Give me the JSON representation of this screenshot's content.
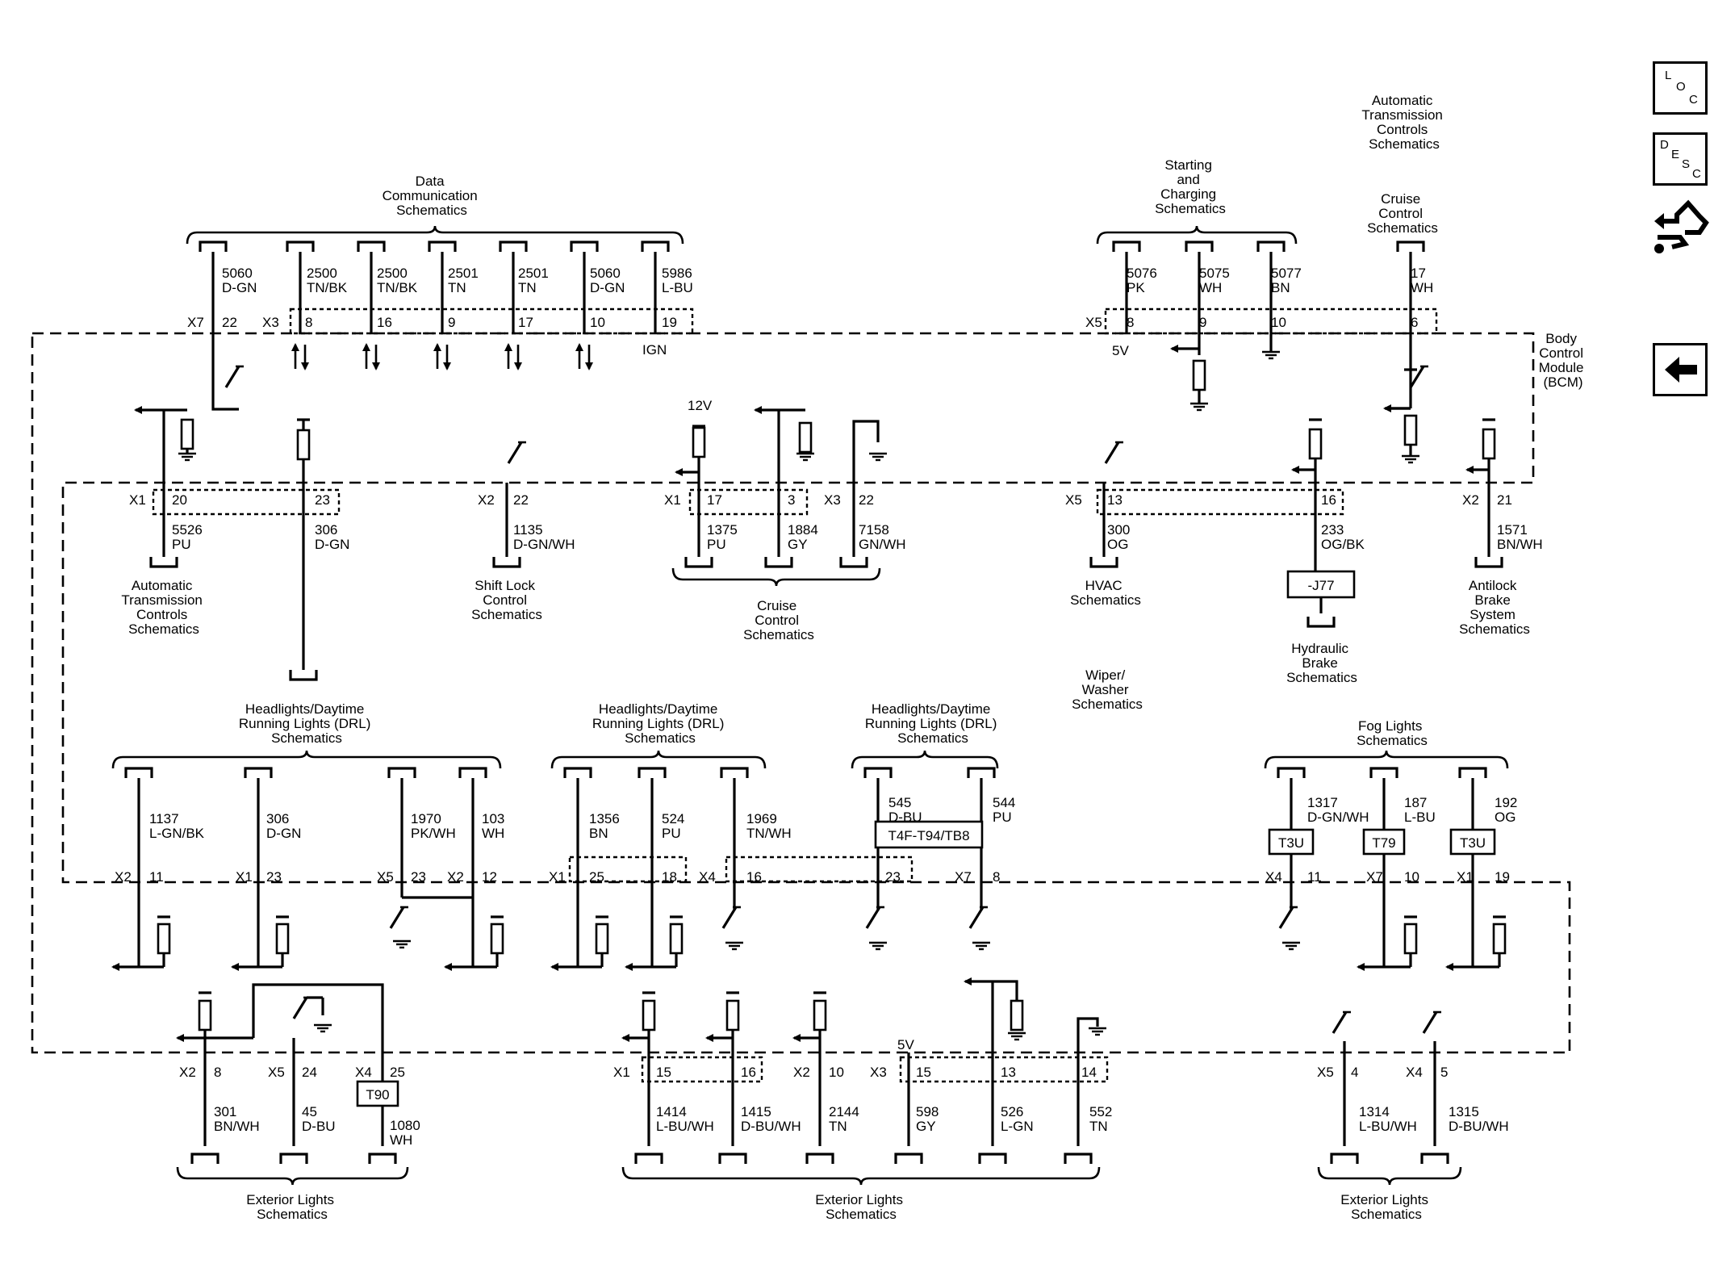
{
  "nav": {
    "loc": [
      "L",
      "O",
      "C"
    ],
    "desc": [
      "D",
      "E",
      "S",
      "C"
    ]
  },
  "bcm_label": [
    "Body",
    "Control",
    "Module",
    "(BCM)"
  ],
  "texts": {
    "dc_title": [
      "Data",
      "Communication",
      "Schematics"
    ],
    "sc_title": [
      "Starting",
      "and",
      "Charging",
      "Schematics"
    ],
    "atc_top": [
      "Automatic",
      "Transmission",
      "Controls",
      "Schematics"
    ],
    "cruise_top": [
      "Cruise",
      "Control",
      "Schematics"
    ],
    "atc_mid": [
      "Automatic",
      "Transmission",
      "Controls",
      "Schematics"
    ],
    "shift": [
      "Shift Lock",
      "Control",
      "Schematics"
    ],
    "cruise_mid": [
      "Cruise",
      "Control",
      "Schematics"
    ],
    "hvac": [
      "HVAC",
      "Schematics"
    ],
    "hyd": [
      "Hydraulic",
      "Brake",
      "Schematics"
    ],
    "abs": [
      "Antilock",
      "Brake",
      "System",
      "Schematics"
    ],
    "wiper": [
      "Wiper/",
      "Washer",
      "Schematics"
    ],
    "hl1": [
      "Headlights/Daytime",
      "Running Lights (DRL)",
      "Schematics"
    ],
    "hl2": [
      "Headlights/Daytime",
      "Running Lights (DRL)",
      "Schematics"
    ],
    "hl3": [
      "Headlights/Daytime",
      "Running Lights (DRL)",
      "Schematics"
    ],
    "fog": [
      "Fog Lights",
      "Schematics"
    ],
    "ext1": [
      "Exterior Lights",
      "Schematics"
    ],
    "ext2": [
      "Exterior Lights",
      "Schematics"
    ],
    "ext3": [
      "Exterior Lights",
      "Schematics"
    ]
  },
  "connectors": {
    "X7": "X7",
    "X3": "X3",
    "X5": "X5",
    "X1": "X1",
    "X2": "X2",
    "X4": "X4"
  },
  "wires": {
    "w5060a": [
      "5060",
      "D-GN"
    ],
    "w2500a": [
      "2500",
      "TN/BK"
    ],
    "w2500b": [
      "2500",
      "TN/BK"
    ],
    "w2501a": [
      "2501",
      "TN"
    ],
    "w2501b": [
      "2501",
      "TN"
    ],
    "w5060b": [
      "5060",
      "D-GN"
    ],
    "w5986": [
      "5986",
      "L-BU"
    ],
    "w5076": [
      "5076",
      "PK"
    ],
    "w5075": [
      "5075",
      "WH"
    ],
    "w5077": [
      "5077",
      "BN"
    ],
    "w17": [
      "17",
      "WH"
    ],
    "w5526": [
      "5526",
      "PU"
    ],
    "w306a": [
      "306",
      "D-GN"
    ],
    "w1135": [
      "1135",
      "D-GN/WH"
    ],
    "w1375": [
      "1375",
      "PU"
    ],
    "w1884": [
      "1884",
      "GY"
    ],
    "w7158": [
      "7158",
      "GN/WH"
    ],
    "w300": [
      "300",
      "OG"
    ],
    "w233": [
      "233",
      "OG/BK"
    ],
    "w1571": [
      "1571",
      "BN/WH"
    ],
    "w1137": [
      "1137",
      "L-GN/BK"
    ],
    "w306b": [
      "306",
      "D-GN"
    ],
    "w1970": [
      "1970",
      "PK/WH"
    ],
    "w103": [
      "103",
      "WH"
    ],
    "w1356": [
      "1356",
      "BN"
    ],
    "w524": [
      "524",
      "PU"
    ],
    "w1969": [
      "1969",
      "TN/WH"
    ],
    "w545": [
      "545",
      "D-BU"
    ],
    "w544": [
      "544",
      "PU"
    ],
    "w1317": [
      "1317",
      "D-GN/WH"
    ],
    "w187": [
      "187",
      "L-BU"
    ],
    "w192": [
      "192",
      "OG"
    ],
    "w301": [
      "301",
      "BN/WH"
    ],
    "w45": [
      "45",
      "D-BU"
    ],
    "w1080": [
      "1080",
      "WH"
    ],
    "w1414": [
      "1414",
      "L-BU/WH"
    ],
    "w1415": [
      "1415",
      "D-BU/WH"
    ],
    "w2144": [
      "2144",
      "TN"
    ],
    "w598": [
      "598",
      "GY"
    ],
    "w526": [
      "526",
      "L-GN"
    ],
    "w552": [
      "552",
      "TN"
    ],
    "w1314": [
      "1314",
      "L-BU/WH"
    ],
    "w1315": [
      "1315",
      "D-BU/WH"
    ]
  },
  "pins": {
    "p22": "22",
    "p8": "8",
    "p16": "16",
    "p9": "9",
    "p17": "17",
    "p10": "10",
    "p19": "19",
    "p8b": "8",
    "p9b": "9",
    "p10b": "10",
    "p6": "6",
    "p20": "20",
    "p23": "23",
    "p22b": "22",
    "p17b": "17",
    "p3": "3",
    "p22c": "22",
    "p13": "13",
    "p16b": "16",
    "p21": "21",
    "p11": "11",
    "p23b": "23",
    "p23c": "23",
    "p12": "12",
    "p25": "25",
    "p18": "18",
    "p16c": "16",
    "p23d": "23",
    "p8c": "8",
    "p11b": "11",
    "p10c": "10",
    "p19b": "19",
    "p8d": "8",
    "p24": "24",
    "p25b": "25",
    "p15": "15",
    "p16d": "16",
    "p10d": "10",
    "p15b": "15",
    "p13b": "13",
    "p14": "14",
    "p4": "4",
    "p5": "5"
  },
  "misc": {
    "ign": "IGN",
    "v5a": "5V",
    "v12": "12V",
    "v5b": "5V",
    "j77": "-J77",
    "t4f": "T4F-T94/TB8",
    "t3u_a": "T3U",
    "t79": "T79",
    "t3u_b": "T3U",
    "t90": "T90"
  }
}
